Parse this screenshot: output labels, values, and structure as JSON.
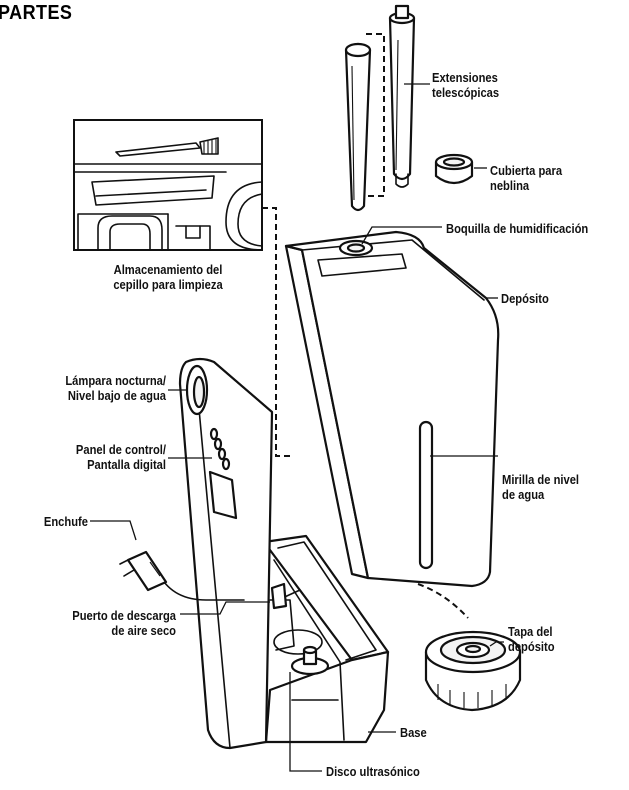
{
  "title": "PARTES",
  "labels": {
    "extensiones": [
      "Extensiones",
      "telescópicas"
    ],
    "cubierta": [
      "Cubierta para",
      "neblina"
    ],
    "boquilla": "Boquilla de humidificación",
    "almacenamiento": [
      "Almacenamiento del",
      "cepillo para limpieza"
    ],
    "deposito": "Depósito",
    "lampara": [
      "Lámpara nocturna/",
      "Nivel bajo de agua"
    ],
    "panel": [
      "Panel de control/",
      "Pantalla digital"
    ],
    "mirilla": [
      "Mirilla de nivel",
      "de agua"
    ],
    "enchufe": "Enchufe",
    "puerto": [
      "Puerto de descarga",
      "de aire seco"
    ],
    "tapa": [
      "Tapa del",
      "depósito"
    ],
    "base": "Base",
    "disco": "Disco ultrasónico"
  }
}
